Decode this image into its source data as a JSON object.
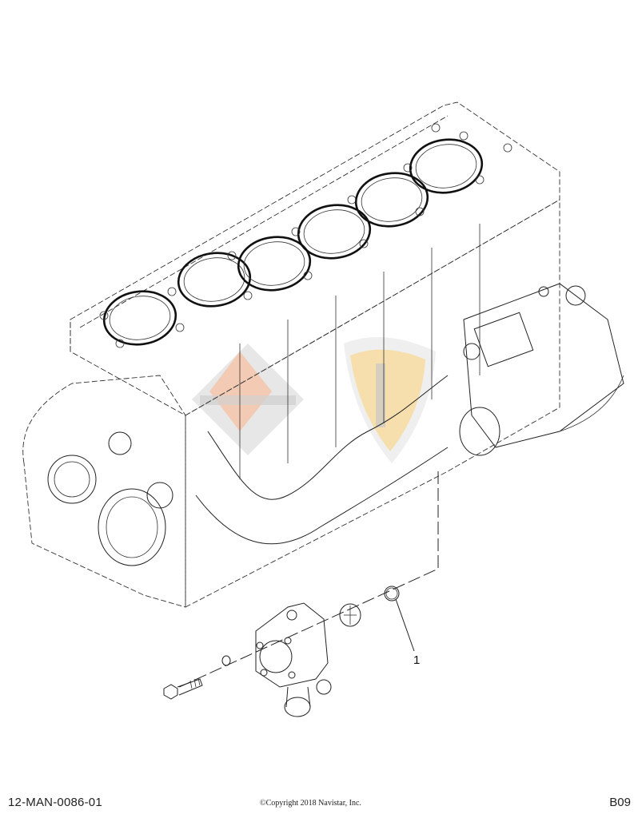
{
  "diagram": {
    "type": "exploded-parts-view",
    "subject": "engine cylinder block with oil/coolant pump assembly",
    "callouts": [
      {
        "label": "1",
        "target": "o-ring seal"
      }
    ],
    "watermark_colors": {
      "logo_left": "#f4b999",
      "logo_right": "#f6d58a",
      "logo_gray": "#c8c8c8"
    },
    "line_color": "#222222",
    "background": "#ffffff"
  },
  "footer": {
    "drawing_number": "12-MAN-0086-01",
    "copyright": "©Copyright 2018 Navistar, Inc.",
    "sheet_code": "B09"
  }
}
